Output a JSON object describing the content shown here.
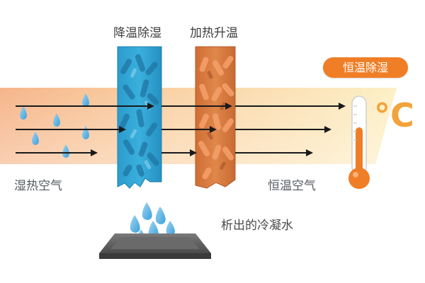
{
  "labels": {
    "cooling_dehumidify": "降温除湿",
    "heating": "加热升温",
    "constant_badge": "恒温除湿",
    "humid_hot_air": "湿热空气",
    "constant_temp_air": "恒温空气",
    "condensate": "析出的冷凝水",
    "degree_symbol": "°C"
  },
  "colors": {
    "air_warm": "#f6b58a",
    "air_cool": "#fde9b8",
    "cooling_coil": "#2a9fd0",
    "heating_coil": "#d8743a",
    "badge": "#f07e26",
    "thermometer": "#f07e26",
    "water_drop": "#5bb3e6",
    "arrow": "#1a1a1a",
    "tray": "#4a4a4a"
  },
  "icons": {
    "water": "water-drop-icon",
    "thermometer": "thermometer-icon",
    "tray": "drain-tray-icon"
  }
}
